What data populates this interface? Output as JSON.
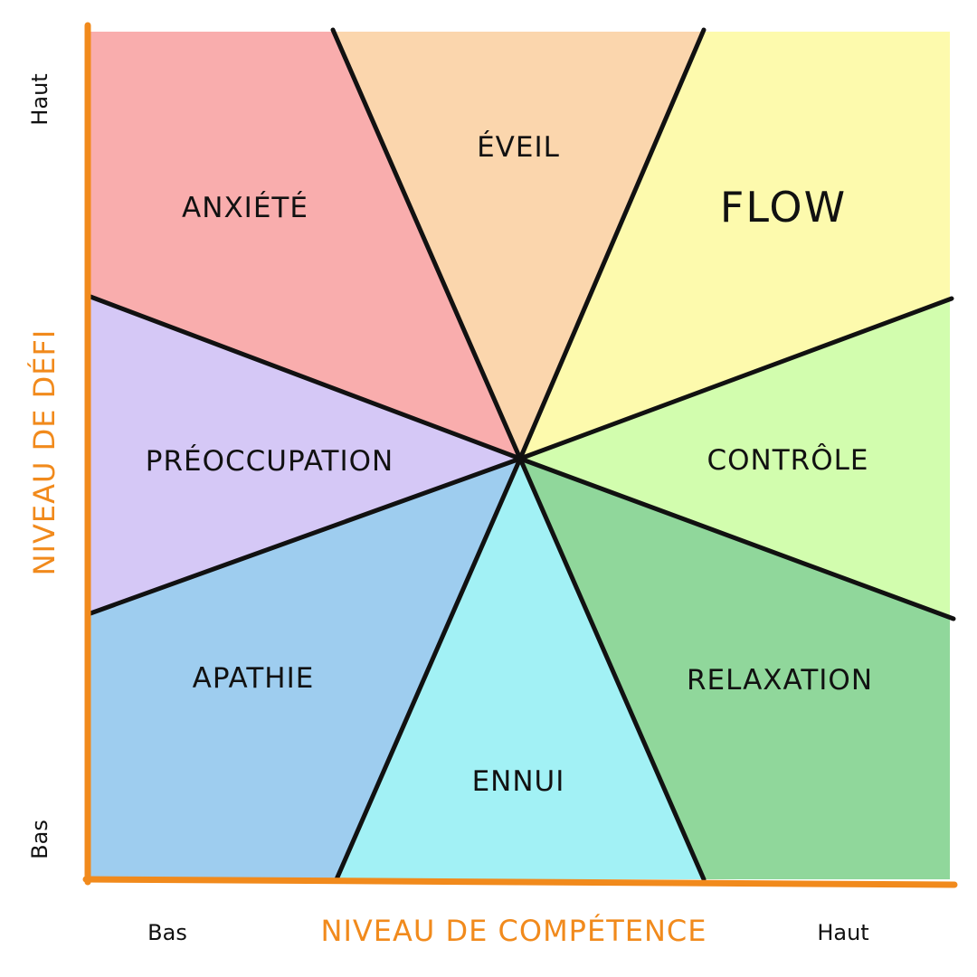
{
  "diagram": {
    "sectors": [
      {
        "id": "anxiete",
        "label": "ANXIÉTÉ",
        "color": "#f9adad"
      },
      {
        "id": "eveil",
        "label": "ÉVEIL",
        "color": "#fbd6ad"
      },
      {
        "id": "flow",
        "label": "FLOW",
        "color": "#fdfaad"
      },
      {
        "id": "controle",
        "label": "CONTRÔLE",
        "color": "#d2fdae"
      },
      {
        "id": "relaxation",
        "label": "RELAXATION",
        "color": "#90d79b"
      },
      {
        "id": "ennui",
        "label": "ENNUI",
        "color": "#a2f1f5"
      },
      {
        "id": "apathie",
        "label": "APATHIE",
        "color": "#9ecdef"
      },
      {
        "id": "preoccupation",
        "label": "PRÉOCCUPATION",
        "color": "#d5c8f6"
      }
    ],
    "y_axis": {
      "title": "NIVEAU DE DÉFI",
      "low": "Bas",
      "high": "Haut"
    },
    "x_axis": {
      "title": "NIVEAU DE COMPÉTENCE",
      "low": "Bas",
      "high": "Haut"
    },
    "axis_color": "#f18a1c",
    "line_color": "#111111"
  }
}
